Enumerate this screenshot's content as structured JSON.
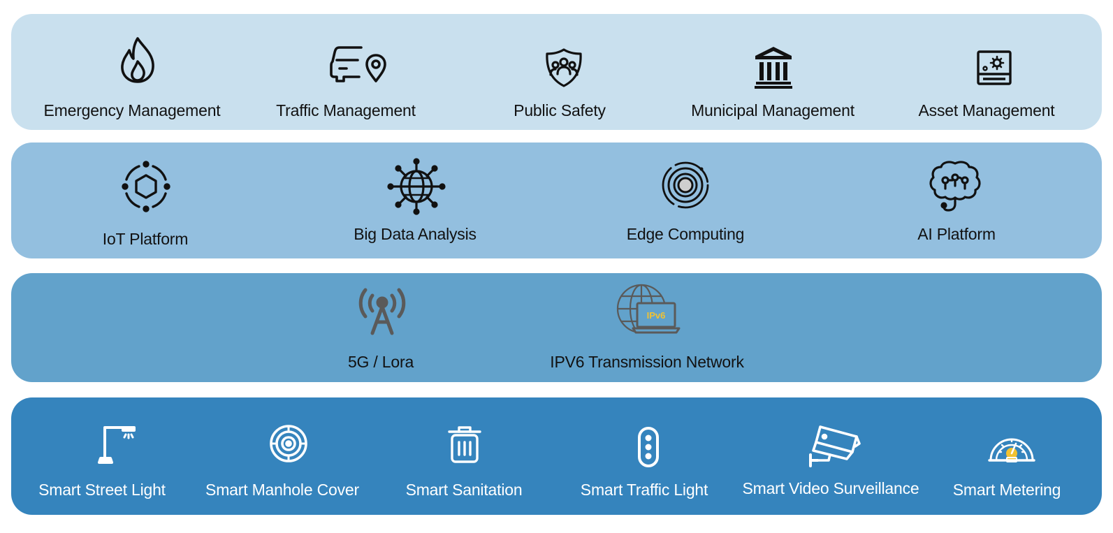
{
  "layers": {
    "application": {
      "items": [
        {
          "label": "Emergency Management",
          "icon": "fire-icon"
        },
        {
          "label": "Traffic Management",
          "icon": "car-location-icon"
        },
        {
          "label": "Public Safety",
          "icon": "shield-people-icon"
        },
        {
          "label": "Municipal Management",
          "icon": "government-building-icon"
        },
        {
          "label": "Asset Management",
          "icon": "asset-panel-icon"
        }
      ]
    },
    "platform": {
      "items": [
        {
          "label": "IoT Platform",
          "icon": "iot-hexagon-icon"
        },
        {
          "label": "Big Data Analysis",
          "icon": "data-globe-icon"
        },
        {
          "label": "Edge Computing",
          "icon": "edge-rings-icon"
        },
        {
          "label": "AI Platform",
          "icon": "ai-brain-icon"
        }
      ]
    },
    "network": {
      "items": [
        {
          "label": "5G / Lora",
          "icon": "antenna-tower-icon"
        },
        {
          "label": "IPV6 Transmission Network",
          "icon": "globe-laptop-icon",
          "badge": "IPv6"
        }
      ]
    },
    "devices": {
      "items": [
        {
          "label": "Smart Street Light",
          "icon": "street-light-icon"
        },
        {
          "label": "Smart Manhole Cover",
          "icon": "manhole-cover-icon"
        },
        {
          "label": "Smart Sanitation",
          "icon": "trash-bin-icon"
        },
        {
          "label": "Smart Traffic Light",
          "icon": "traffic-light-icon"
        },
        {
          "label": "Smart Video Surveillance",
          "icon": "cctv-camera-icon"
        },
        {
          "label": "Smart Metering",
          "icon": "meter-gauge-icon"
        }
      ]
    }
  },
  "colors": {
    "application_layer": "#c9e0ee",
    "platform_layer": "#93bfdf",
    "network_layer": "#62a2cb",
    "device_layer": "#3584bd",
    "network_icon": "#5a5a5a",
    "ipv6_badge": "#f2c230",
    "meter_accent": "#f2c230"
  }
}
